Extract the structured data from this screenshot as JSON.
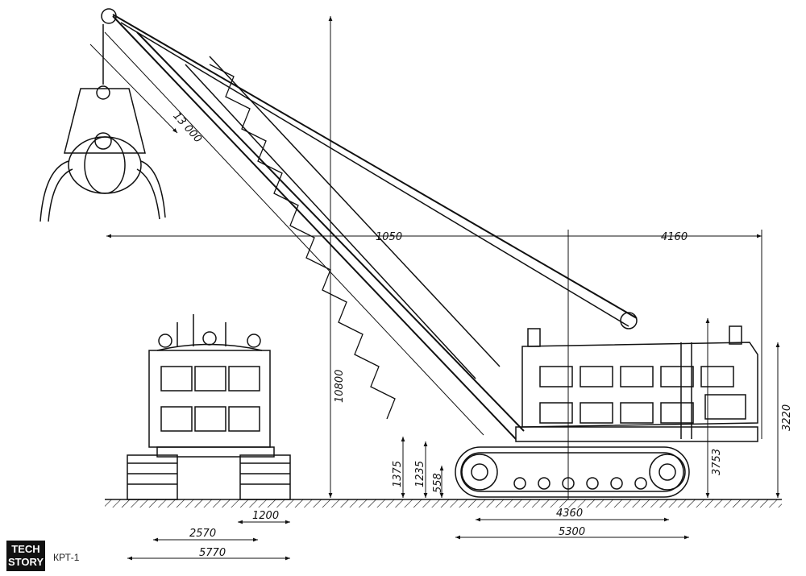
{
  "logo": {
    "line1": "TECH",
    "line2": "STORY"
  },
  "caption": "КРТ-1",
  "dimensions": {
    "boom_length": "13 000",
    "outreach": "1050",
    "pivot_offset": "4160",
    "height_total": "10800",
    "body_height": "3220",
    "side_height": "3753",
    "h1375": "1375",
    "h1235": "1235",
    "h558": "558",
    "track_inner": "4360",
    "track_outer": "5300",
    "front_2570": "2570",
    "front_1200": "1200",
    "front_5770": "5770"
  },
  "colors": {
    "ink": "#111111",
    "paper": "#ffffff"
  }
}
